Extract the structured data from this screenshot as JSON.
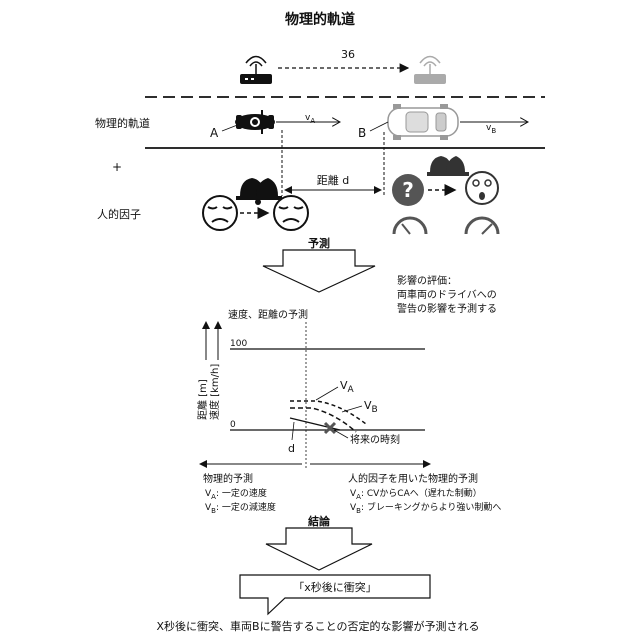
{
  "title": "物理的軌道",
  "top": {
    "link_ref": "36",
    "row_label": "物理的軌道",
    "plus": "+",
    "human_label": "人的因子",
    "vehicle_a_label": "A",
    "vehicle_b_label": "B",
    "va_label": "v",
    "va_sub": "A",
    "vb_label": "v",
    "vb_sub": "B",
    "distance_label": "距離 d",
    "question_mark": "?"
  },
  "predict_label": "予測",
  "evaluation": {
    "line1": "影響の評価：",
    "line2": "両車両のドライバへの",
    "line3": "警告の影響を予測する"
  },
  "graph": {
    "top_label": "速度、距離の予測",
    "y_label_distance": "距離 [m]",
    "y_label_speed": "速度 [km/h]",
    "tick_100": "100",
    "tick_0": "0",
    "va": "V",
    "va_sub": "A",
    "vb": "V",
    "vb_sub": "B",
    "d_label": "d",
    "future_label": "将来の時刻"
  },
  "left_pred": {
    "title": "物理的予測",
    "va_line_prefix": "V",
    "va_line_sub": "A",
    "va_line_text": ": 一定の速度",
    "vb_line_prefix": "V",
    "vb_line_sub": "B",
    "vb_line_text": ": 一定の減速度"
  },
  "right_pred": {
    "title": "人的因子を用いた物理的予測",
    "va_line_prefix": "V",
    "va_line_sub": "A",
    "va_line_text": ": CVからCAへ（遅れた制動）",
    "vb_line_prefix": "V",
    "vb_line_sub": "B",
    "vb_line_text": ": ブレーキングからより強い制動へ"
  },
  "conclusion_label": "結論",
  "callout": "「x秒後に衝突」",
  "footer": "X秒後に衝突、車両Bに警告することの否定的な影響が予測される"
}
